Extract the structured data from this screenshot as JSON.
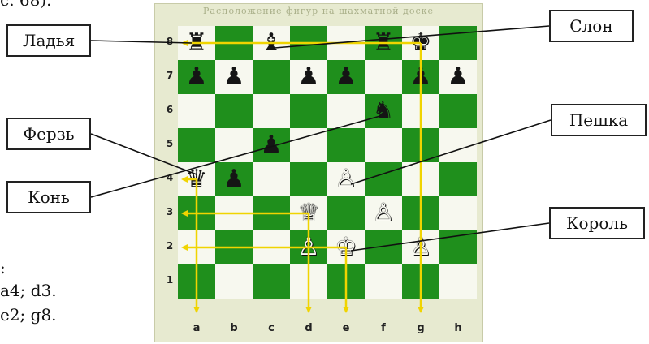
{
  "text_fragments": {
    "top": "с. 68).",
    "colon": ":",
    "line1": "a4; d3.",
    "line2": "e2; g8."
  },
  "frame_header": "Расположение фигур на шахматной доске",
  "callouts": [
    {
      "id": "rook",
      "label": "Ладья"
    },
    {
      "id": "bishop",
      "label": "Слон"
    },
    {
      "id": "queen",
      "label": "Ферзь"
    },
    {
      "id": "pawn",
      "label": "Пешка"
    },
    {
      "id": "knight",
      "label": "Конь"
    },
    {
      "id": "king",
      "label": "Король"
    }
  ],
  "files": [
    "a",
    "b",
    "c",
    "d",
    "e",
    "f",
    "g",
    "h"
  ],
  "ranks": [
    "8",
    "7",
    "6",
    "5",
    "4",
    "3",
    "2",
    "1"
  ],
  "pieces": [
    {
      "square": "a8",
      "name": "black-rook",
      "glyph": "♜",
      "color": "black"
    },
    {
      "square": "c8",
      "name": "black-bishop",
      "glyph": "♝",
      "color": "black"
    },
    {
      "square": "f8",
      "name": "black-rook",
      "glyph": "♜",
      "color": "black"
    },
    {
      "square": "g8",
      "name": "black-king",
      "glyph": "♚",
      "color": "black"
    },
    {
      "square": "a7",
      "name": "black-pawn",
      "glyph": "♟",
      "color": "black"
    },
    {
      "square": "b7",
      "name": "black-pawn",
      "glyph": "♟",
      "color": "black"
    },
    {
      "square": "d7",
      "name": "black-pawn",
      "glyph": "♟",
      "color": "black"
    },
    {
      "square": "e7",
      "name": "black-pawn",
      "glyph": "♟",
      "color": "black"
    },
    {
      "square": "g7",
      "name": "black-pawn",
      "glyph": "♟",
      "color": "black"
    },
    {
      "square": "h7",
      "name": "black-pawn",
      "glyph": "♟",
      "color": "black"
    },
    {
      "square": "f6",
      "name": "black-knight",
      "glyph": "♞",
      "color": "black"
    },
    {
      "square": "c5",
      "name": "black-pawn",
      "glyph": "♟",
      "color": "black"
    },
    {
      "square": "a4",
      "name": "black-queen",
      "glyph": "♛",
      "color": "black"
    },
    {
      "square": "b4",
      "name": "black-pawn",
      "glyph": "♟",
      "color": "black"
    },
    {
      "square": "e4",
      "name": "white-pawn",
      "glyph": "♙",
      "color": "white"
    },
    {
      "square": "d3",
      "name": "white-queen",
      "glyph": "♕",
      "color": "white"
    },
    {
      "square": "f3",
      "name": "white-pawn",
      "glyph": "♙",
      "color": "white"
    },
    {
      "square": "d2",
      "name": "white-pawn",
      "glyph": "♙",
      "color": "white"
    },
    {
      "square": "e2",
      "name": "white-king",
      "glyph": "♔",
      "color": "white"
    },
    {
      "square": "g2",
      "name": "white-pawn",
      "glyph": "♙",
      "color": "white"
    }
  ],
  "colors": {
    "dark_square": "#1f8f1c",
    "light_square": "#f7f8ef",
    "arrow": "#f0d400",
    "leader": "#111111"
  }
}
